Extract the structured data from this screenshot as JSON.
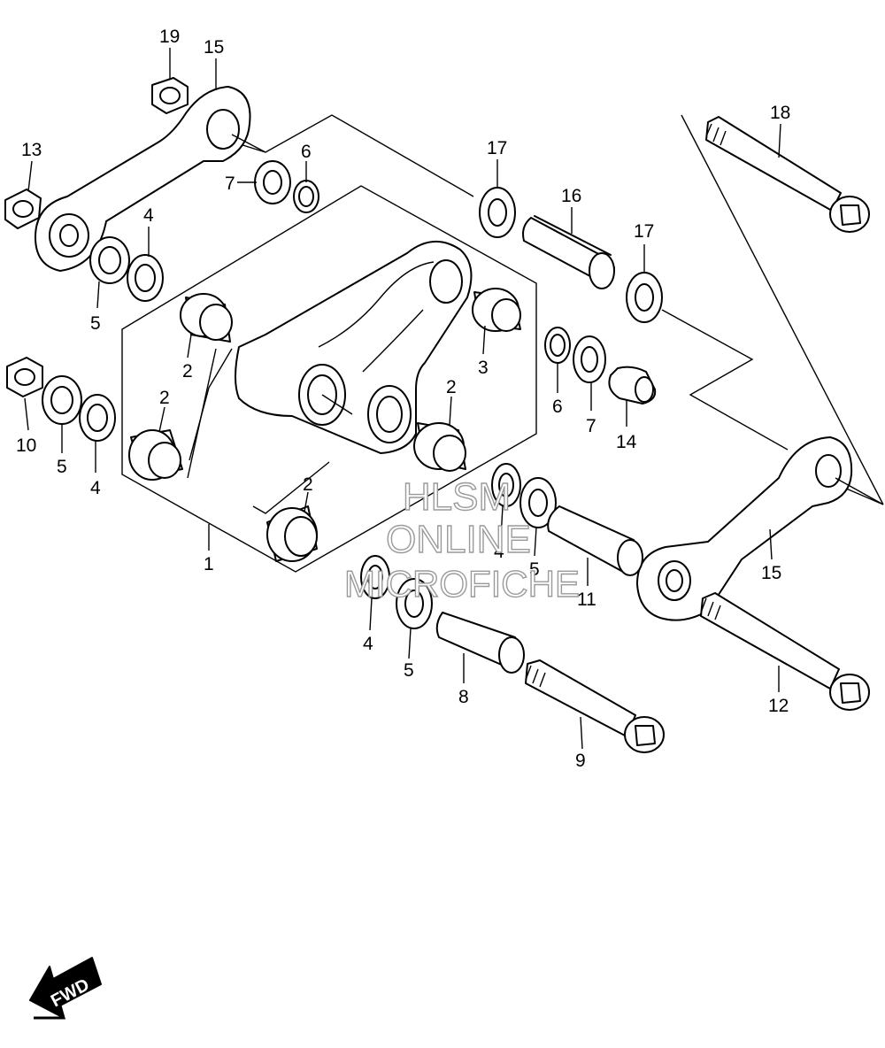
{
  "callouts": [
    {
      "id": "c19",
      "text": "19"
    },
    {
      "id": "c15a",
      "text": "15"
    },
    {
      "id": "c13",
      "text": "13"
    },
    {
      "id": "c7a",
      "text": "7"
    },
    {
      "id": "c6a",
      "text": "6"
    },
    {
      "id": "c4a",
      "text": "4"
    },
    {
      "id": "c5a",
      "text": "5"
    },
    {
      "id": "c2a",
      "text": "2"
    },
    {
      "id": "c2b",
      "text": "2"
    },
    {
      "id": "c2c",
      "text": "2"
    },
    {
      "id": "c2d",
      "text": "2"
    },
    {
      "id": "c3",
      "text": "3"
    },
    {
      "id": "c10",
      "text": "10"
    },
    {
      "id": "c5b",
      "text": "5"
    },
    {
      "id": "c4b",
      "text": "4"
    },
    {
      "id": "c1",
      "text": "1"
    },
    {
      "id": "c17a",
      "text": "17"
    },
    {
      "id": "c16",
      "text": "16"
    },
    {
      "id": "c17b",
      "text": "17"
    },
    {
      "id": "c18",
      "text": "18"
    },
    {
      "id": "c6b",
      "text": "6"
    },
    {
      "id": "c7b",
      "text": "7"
    },
    {
      "id": "c14",
      "text": "14"
    },
    {
      "id": "c4c",
      "text": "4"
    },
    {
      "id": "c5c",
      "text": "5"
    },
    {
      "id": "c11",
      "text": "11"
    },
    {
      "id": "c15b",
      "text": "15"
    },
    {
      "id": "c4d",
      "text": "4"
    },
    {
      "id": "c5d",
      "text": "5"
    },
    {
      "id": "c8",
      "text": "8"
    },
    {
      "id": "c12",
      "text": "12"
    },
    {
      "id": "c9",
      "text": "9"
    }
  ],
  "watermark": {
    "line1": "HLSM",
    "line2": "ONLINE",
    "line3": "MICROFICHE"
  },
  "fwd_label": "FWD"
}
